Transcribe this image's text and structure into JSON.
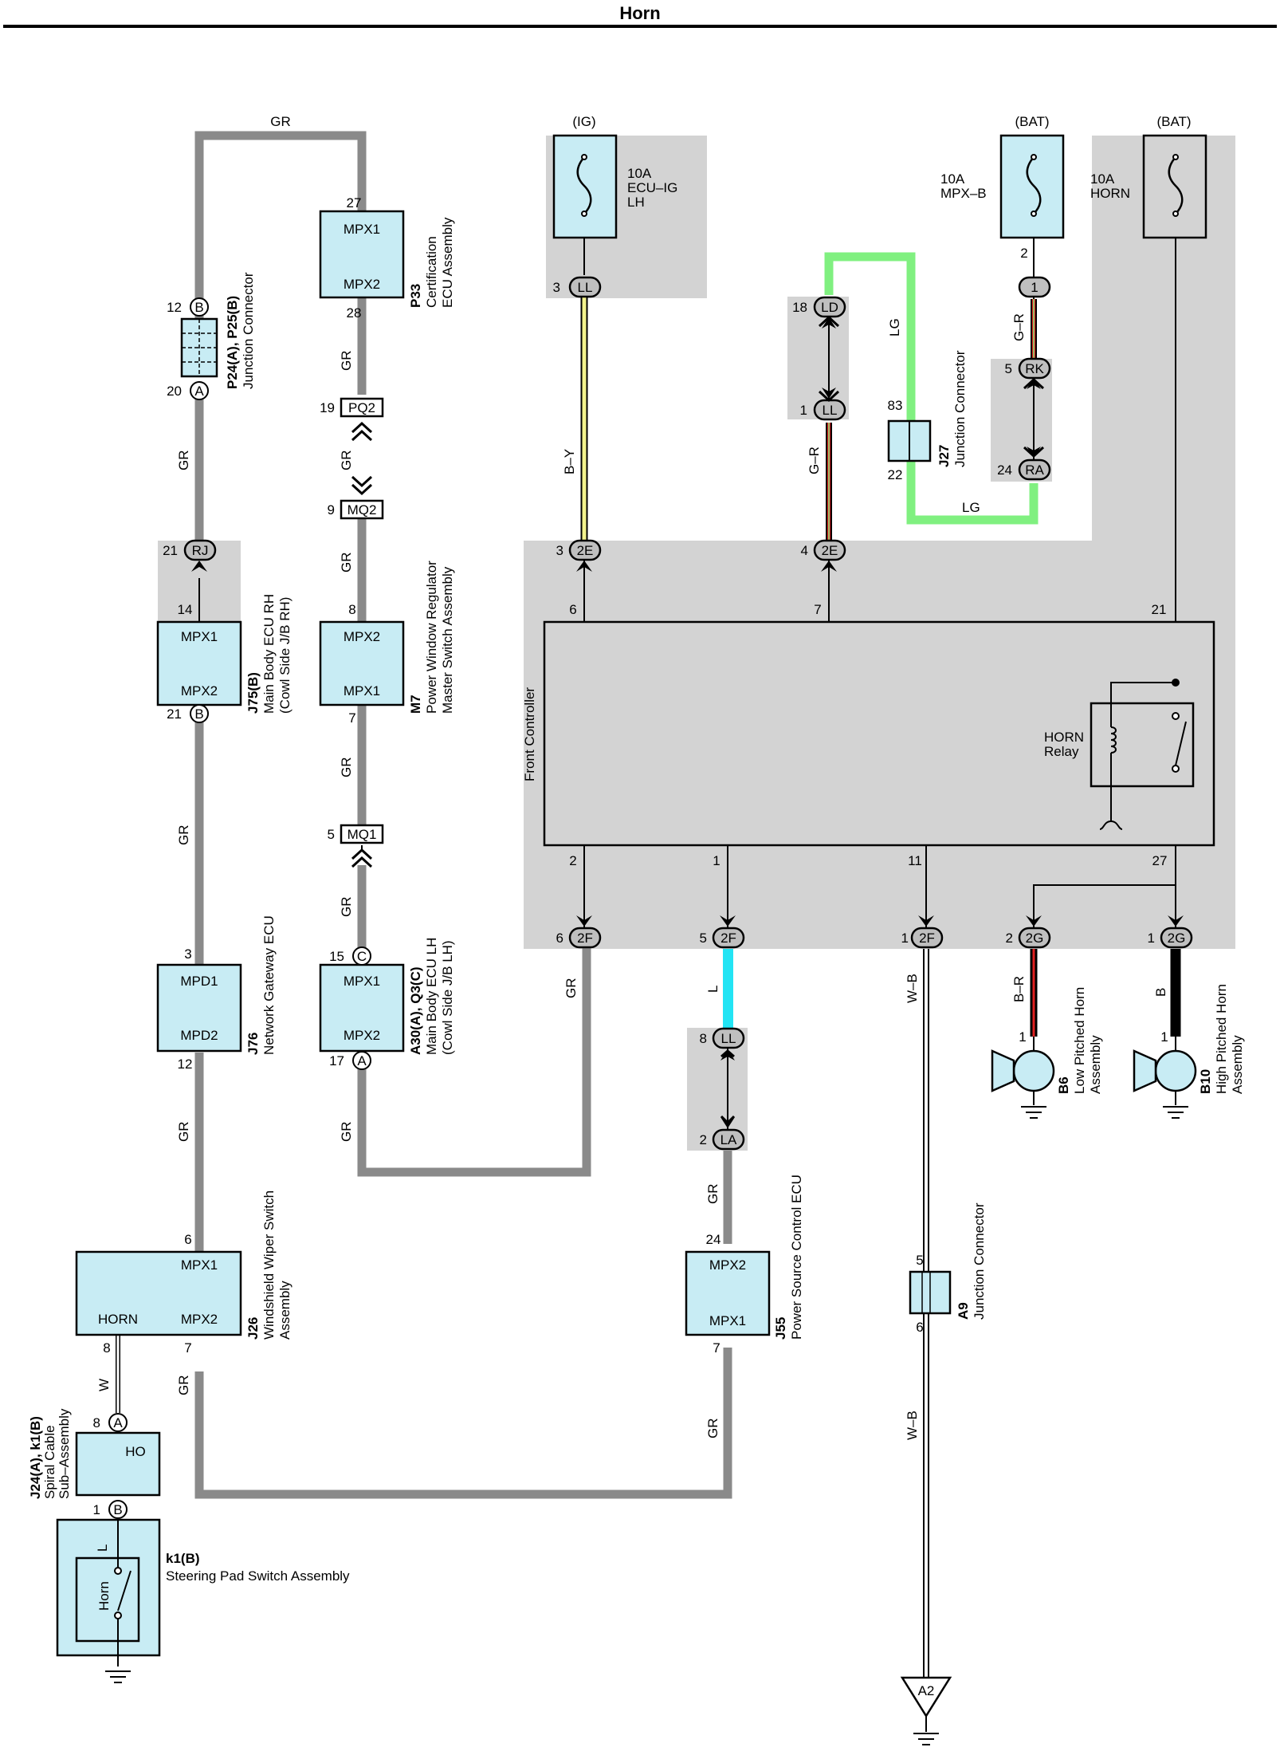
{
  "title": "Horn",
  "power": {
    "ig": "(IG)",
    "bat1": "(BAT)",
    "bat2": "(BAT)"
  },
  "fuses": {
    "ecu_ig": {
      "amp": "10A",
      "name1": "ECU–IG",
      "name2": "LH"
    },
    "mpx_b": {
      "amp": "10A",
      "name": "MPX–B"
    },
    "horn": {
      "amp": "10A",
      "name": "HORN"
    }
  },
  "wire_colors": {
    "gr": "GR",
    "by": "B–Y",
    "gr_red": "G–R",
    "lg": "LG",
    "l": "L",
    "wb": "W–B",
    "br": "B–R",
    "b": "B",
    "w": "W"
  },
  "connectors": {
    "ll": "LL",
    "ld": "LD",
    "rk": "RK",
    "ra": "RA",
    "rj": "RJ",
    "e2": "2E",
    "f2": "2F",
    "g2": "2G",
    "la": "LA",
    "pq2": "PQ2",
    "mq2": "MQ2",
    "mq1": "MQ1",
    "one": "1",
    "a": "A",
    "b": "B",
    "c": "C",
    "a2": "A2"
  },
  "pins": {
    "p3": "3",
    "p18": "18",
    "p1": "1",
    "p2": "2",
    "p5": "5",
    "p24": "24",
    "p83": "83",
    "p22": "22",
    "p4": "4",
    "p6": "6",
    "p7": "7",
    "p21": "21",
    "p11": "11",
    "p27": "27",
    "p12": "12",
    "p20": "20",
    "p28": "28",
    "p19": "19",
    "p9": "9",
    "p8": "8",
    "p14": "14",
    "p15": "15",
    "p17": "17"
  },
  "components": {
    "p24": {
      "code": "P24(A), P25(B)",
      "name": "Junction Connector"
    },
    "p33": {
      "code": "P33",
      "name1": "Certification",
      "name2": "ECU Assembly",
      "mpx1": "MPX1",
      "mpx2": "MPX2"
    },
    "j75": {
      "code": "J75(B)",
      "name1": "Main Body ECU RH",
      "name2": "(Cowl Side J/B RH)",
      "mpx1": "MPX1",
      "mpx2": "MPX2"
    },
    "m7": {
      "code": "M7",
      "name1": "Power Window Regulator",
      "name2": "Master Switch Assembly",
      "mpx2": "MPX2",
      "mpx1": "MPX1"
    },
    "j76": {
      "code": "J76",
      "name": "Network Gateway ECU",
      "mpd1": "MPD1",
      "mpd2": "MPD2"
    },
    "a30": {
      "code": "A30(A), Q3(C)",
      "name1": "Main Body ECU LH",
      "name2": "(Cowl Side J/B LH)",
      "mpx1": "MPX1",
      "mpx2": "MPX2"
    },
    "j26": {
      "code": "J26",
      "name1": "Windshield Wiper Switch",
      "name2": "Assembly",
      "mpx1": "MPX1",
      "horn": "HORN",
      "mpx2": "MPX2"
    },
    "j24": {
      "code": "J24(A), k1(B)",
      "name1": "Spiral Cable",
      "name2": "Sub–Assembly",
      "ho": "HO"
    },
    "k1": {
      "code": "k1(B)",
      "name": "Steering Pad Switch Assembly",
      "horn": "Horn"
    },
    "j27": {
      "code": "J27",
      "name": "Junction Connector"
    },
    "front": {
      "name": "Front Controller"
    },
    "relay": {
      "name1": "HORN",
      "name2": "Relay"
    },
    "j55": {
      "code": "J55",
      "name": "Power Source Control ECU",
      "mpx2": "MPX2",
      "mpx1": "MPX1"
    },
    "a9": {
      "code": "A9",
      "name": "Junction Connector"
    },
    "b6": {
      "code": "B6",
      "name1": "Low Pitched Horn",
      "name2": "Assembly"
    },
    "b10": {
      "code": "B10",
      "name1": "High Pitched Horn",
      "name2": "Assembly"
    }
  },
  "colors": {
    "wire_gray": "#8a8a8a",
    "component_fill": "#c8ecf4",
    "shade": "#d3d3d3",
    "lg_green": "#80f080",
    "by_yellow": "#f2f28c",
    "cyan": "#22e4f4",
    "red": "#e02020"
  }
}
